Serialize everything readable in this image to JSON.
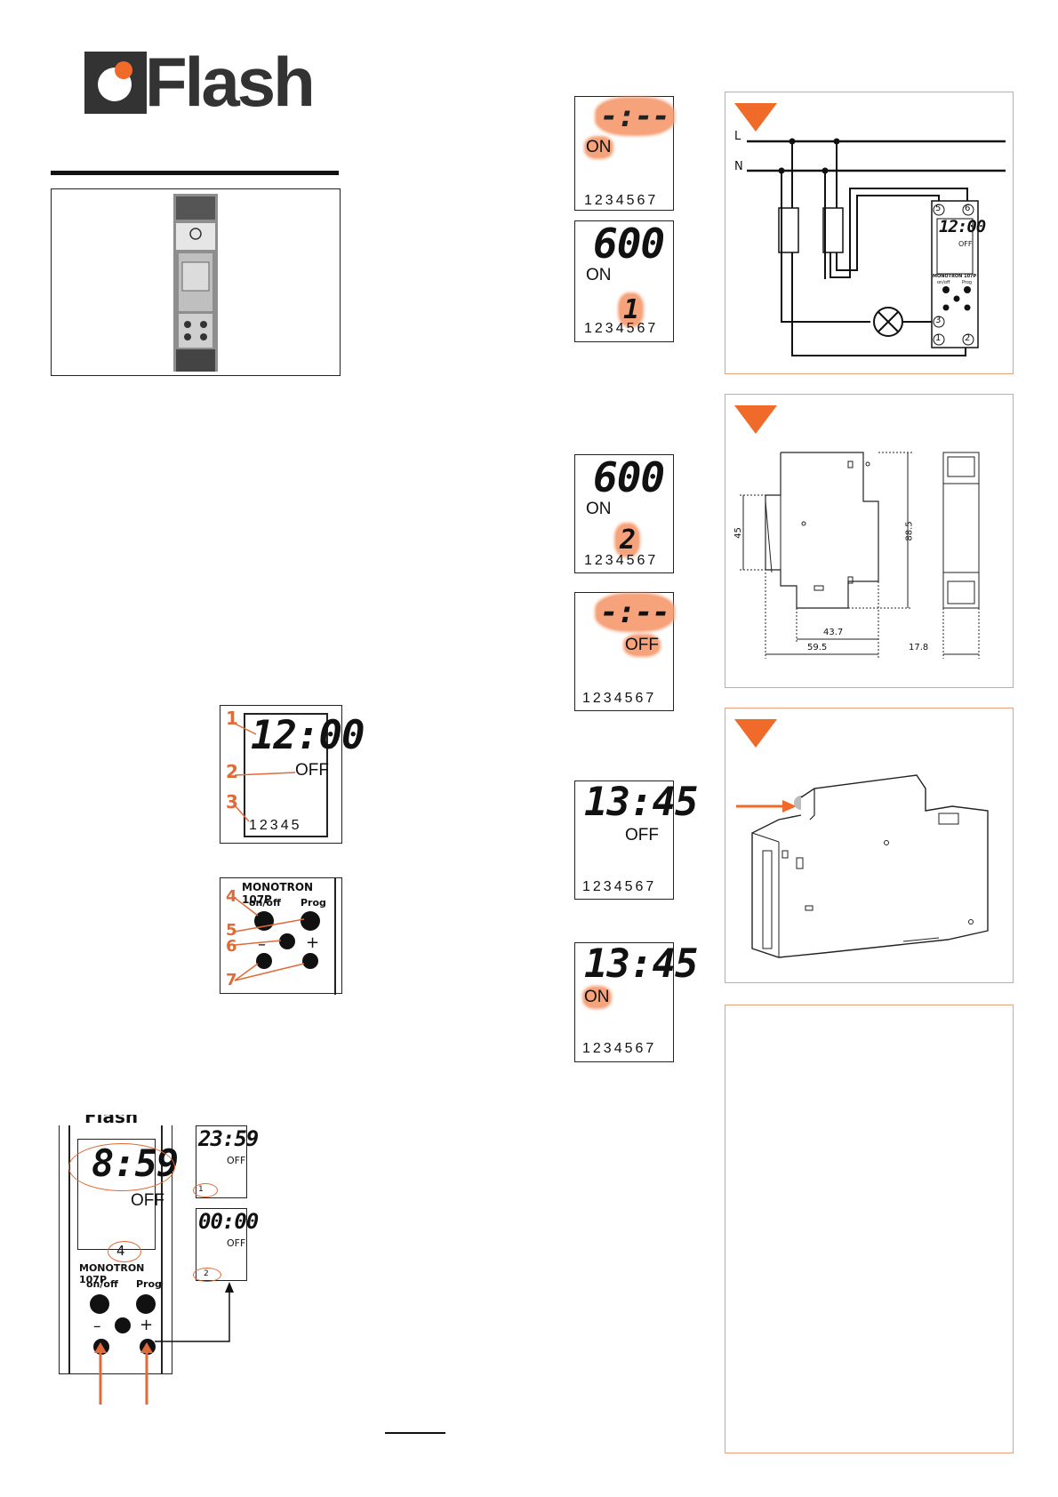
{
  "brand": {
    "name": "Flash",
    "accent": "#f06a2a"
  },
  "main_display": {
    "time": "12:00",
    "state": "OFF",
    "days": "12345"
  },
  "callouts": [
    "1",
    "2",
    "3",
    "4",
    "5",
    "6",
    "7"
  ],
  "keypad": {
    "model": "MONOTRON 107P",
    "onoff": "on/off",
    "prog": "Prog",
    "minus": "–",
    "plus": "+"
  },
  "setting_panel": {
    "time": "8:59",
    "state": "OFF",
    "day": "4",
    "model": "MONOTRON 107P",
    "onoff": "on/off",
    "prog": "Prog",
    "minus": "–",
    "plus": "+",
    "brand_fragment": "Flash"
  },
  "mini_displays": [
    {
      "time": "23:59",
      "state": "OFF",
      "day": "1"
    },
    {
      "time": "00:00",
      "state": "OFF",
      "day": "2"
    }
  ],
  "lcd_steps": [
    {
      "time": "-:--",
      "state": "ON",
      "days": "1234567"
    },
    {
      "time": "600",
      "state": "ON",
      "days": "1234567",
      "digit": "1"
    },
    {
      "time": "600",
      "state": "ON",
      "days": "1234567",
      "digit": "2"
    },
    {
      "time": "-:--",
      "state": "OFF",
      "days": "1234567"
    },
    {
      "time": "13:45",
      "state": "OFF",
      "days": "1234567"
    },
    {
      "time": "13:45",
      "state": "ON",
      "days": "1234567"
    }
  ],
  "wiring": {
    "L": "L",
    "N": "N",
    "t5": "5",
    "t6": "6",
    "t3": "3",
    "t1": "1",
    "t2": "2",
    "device_time": "12:00",
    "device_state": "OFF",
    "device_model": "MONOTRON 107P",
    "device_onoff": "on/off",
    "device_prog": "Prog"
  },
  "dimensions": {
    "d45": "45",
    "d885": "88.5",
    "d437": "43.7",
    "d595": "59.5",
    "d178": "17.8"
  }
}
